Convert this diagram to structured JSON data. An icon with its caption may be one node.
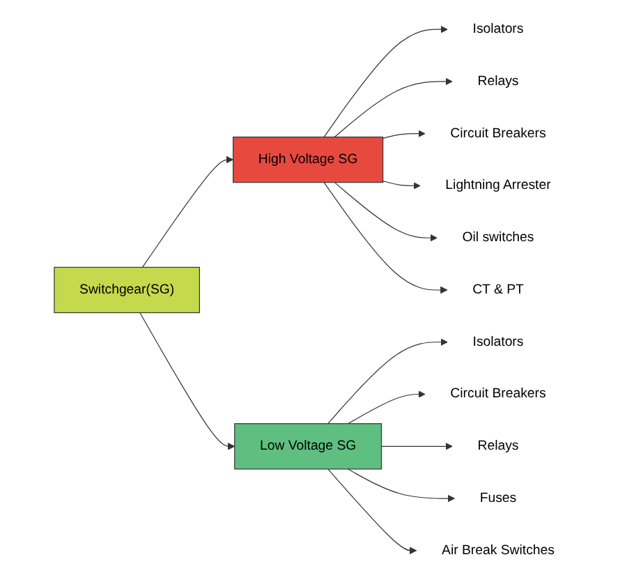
{
  "diagram": {
    "nodes": [
      {
        "text": [
          "Switchgear(SG)"
        ]
      },
      {
        "text": [
          "High Voltage SG"
        ]
      },
      {
        "text": [
          "Low Voltage SG"
        ]
      },
      {
        "text": [
          "Isolators"
        ]
      },
      {
        "text": [
          "Relays"
        ]
      },
      {
        "text": [
          "Circuit Breakers"
        ]
      },
      {
        "text": [
          "Lightning Arrester"
        ]
      },
      {
        "text": [
          "Oil switches"
        ]
      },
      {
        "text": [
          "CT & PT"
        ]
      },
      {
        "text": [
          "Isolators"
        ]
      },
      {
        "text": [
          "Circuit Breakers"
        ]
      },
      {
        "text": [
          "Relays"
        ]
      },
      {
        "text": [
          "Fuses"
        ]
      },
      {
        "text": [
          "Air Break Switches"
        ]
      }
    ],
    "edges": [
      {
        "from": 0,
        "to": 1,
        "arrow": "to"
      },
      {
        "from": 0,
        "to": 2,
        "arrow": "to"
      },
      {
        "from": 1,
        "to": 3,
        "arrow": "to"
      },
      {
        "from": 1,
        "to": 4,
        "arrow": "to"
      },
      {
        "from": 1,
        "to": 5,
        "arrow": "to"
      },
      {
        "from": 1,
        "to": 6,
        "arrow": "to"
      },
      {
        "from": 1,
        "to": 7,
        "arrow": "to"
      },
      {
        "from": 1,
        "to": 8,
        "arrow": "to"
      },
      {
        "from": 2,
        "to": 9,
        "arrow": "to"
      },
      {
        "from": 2,
        "to": 10,
        "arrow": "to"
      },
      {
        "from": 2,
        "to": 11,
        "arrow": "to"
      },
      {
        "from": 2,
        "to": 12,
        "arrow": "to"
      },
      {
        "from": 2,
        "to": 13,
        "arrow": "to"
      }
    ]
  }
}
